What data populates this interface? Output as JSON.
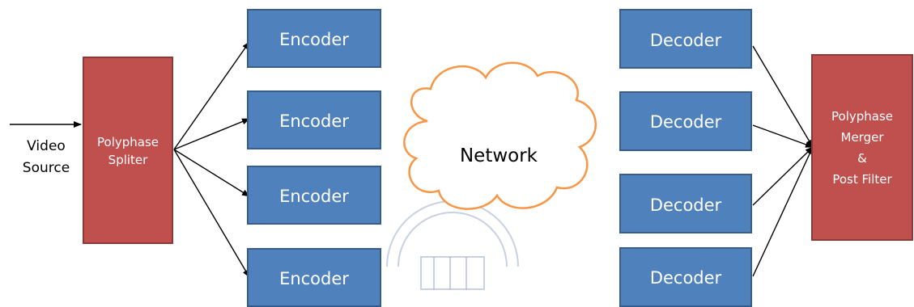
{
  "source": {
    "label_line1": "Video",
    "label_line2": "Source"
  },
  "splitter": {
    "label_line1": "Polyphase",
    "label_line2": "Spliter"
  },
  "encoders": [
    {
      "label": "Encoder"
    },
    {
      "label": "Encoder"
    },
    {
      "label": "Encoder"
    },
    {
      "label": "Encoder"
    }
  ],
  "network": {
    "label": "Network"
  },
  "decoders": [
    {
      "label": "Decoder"
    },
    {
      "label": "Decoder"
    },
    {
      "label": "Decoder"
    },
    {
      "label": "Decoder"
    }
  ],
  "merger": {
    "label_line1": "Polyphase",
    "label_line2": "Merger",
    "label_line3": "&",
    "label_line4": "Post Filter"
  },
  "colors": {
    "codec_fill": "#4F81BD",
    "codec_border": "#385D8A",
    "phase_fill": "#C0504D",
    "phase_border": "#8C3836",
    "cloud_outline": "#F79646",
    "edge": "#000000"
  },
  "watermark": {
    "kind": "university-seal"
  }
}
